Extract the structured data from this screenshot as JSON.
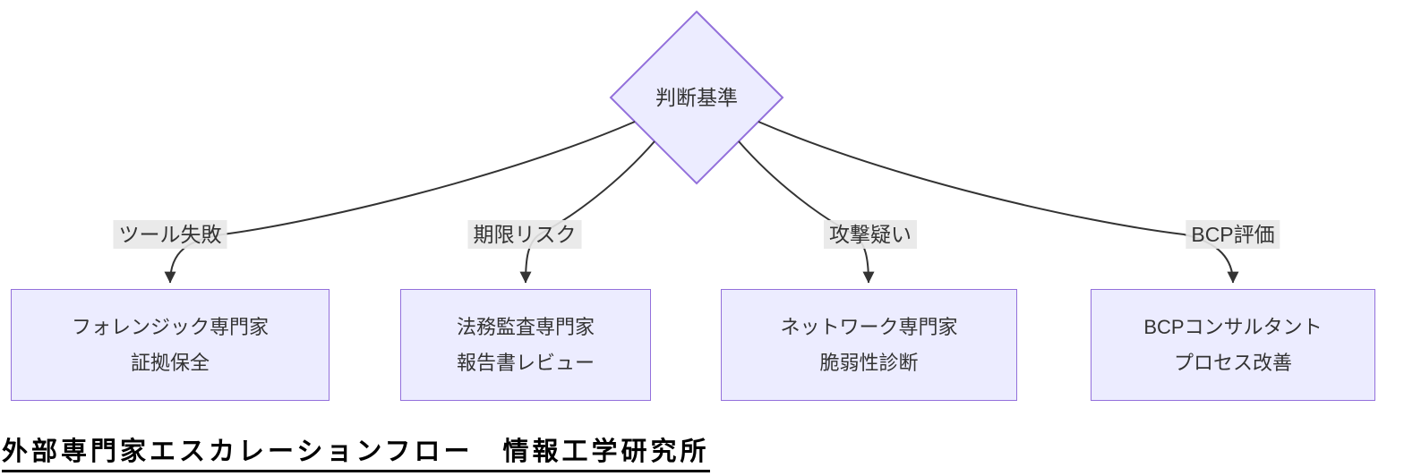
{
  "colors": {
    "node_fill": "#ECECFF",
    "node_border": "#9370DB",
    "edge_line": "#333333",
    "edge_label_bg": "#E8E8E8",
    "node_text": "#333333",
    "caption_text": "#000000"
  },
  "diagram": {
    "decision_label": "判断基準",
    "branches": [
      {
        "edge_label": "ツール失敗",
        "node_line1": "フォレンジック専門家",
        "node_line2": "証拠保全"
      },
      {
        "edge_label": "期限リスク",
        "node_line1": "法務監査専門家",
        "node_line2": "報告書レビュー"
      },
      {
        "edge_label": "攻撃疑い",
        "node_line1": "ネットワーク専門家",
        "node_line2": "脆弱性診断"
      },
      {
        "edge_label": "BCP評価",
        "node_line1": "BCPコンサルタント",
        "node_line2": "プロセス改善"
      }
    ],
    "caption": "外部専門家エスカレーションフロー　情報工学研究所"
  }
}
